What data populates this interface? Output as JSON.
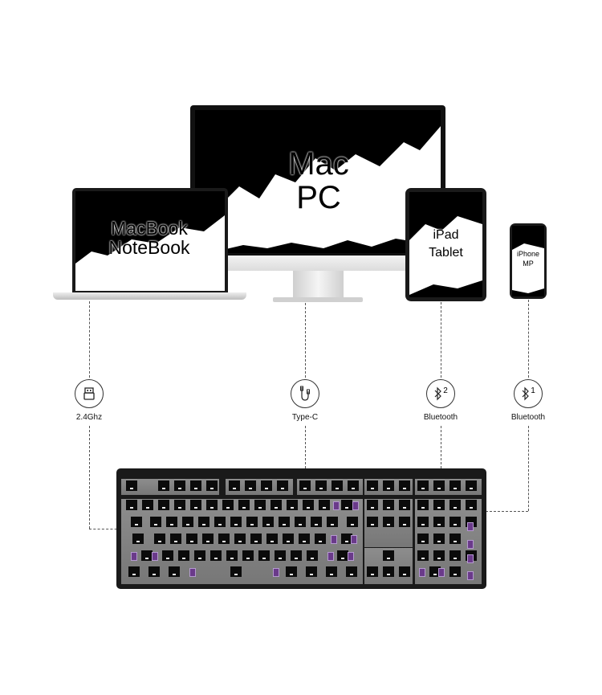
{
  "devices": {
    "laptop": {
      "line1": "MacBook",
      "line2": "NoteBook"
    },
    "monitor": {
      "line1": "Mac",
      "line2": "PC"
    },
    "tablet": {
      "line1": "iPad",
      "line2": "Tablet"
    },
    "phone": {
      "line1": "iPhone",
      "line2": "MP"
    }
  },
  "connections": [
    {
      "icon": "usb-dongle-icon",
      "label": "2.4Ghz"
    },
    {
      "icon": "usb-c-cable-icon",
      "label": "Type-C"
    },
    {
      "icon": "bluetooth-icon",
      "badge": "2",
      "label": "Bluetooth"
    },
    {
      "icon": "bluetooth-icon",
      "badge": "1",
      "label": "Bluetooth"
    }
  ],
  "colors": {
    "switch_accent": "#6a3a8a",
    "keyboard_case": "#1a1a1a"
  }
}
